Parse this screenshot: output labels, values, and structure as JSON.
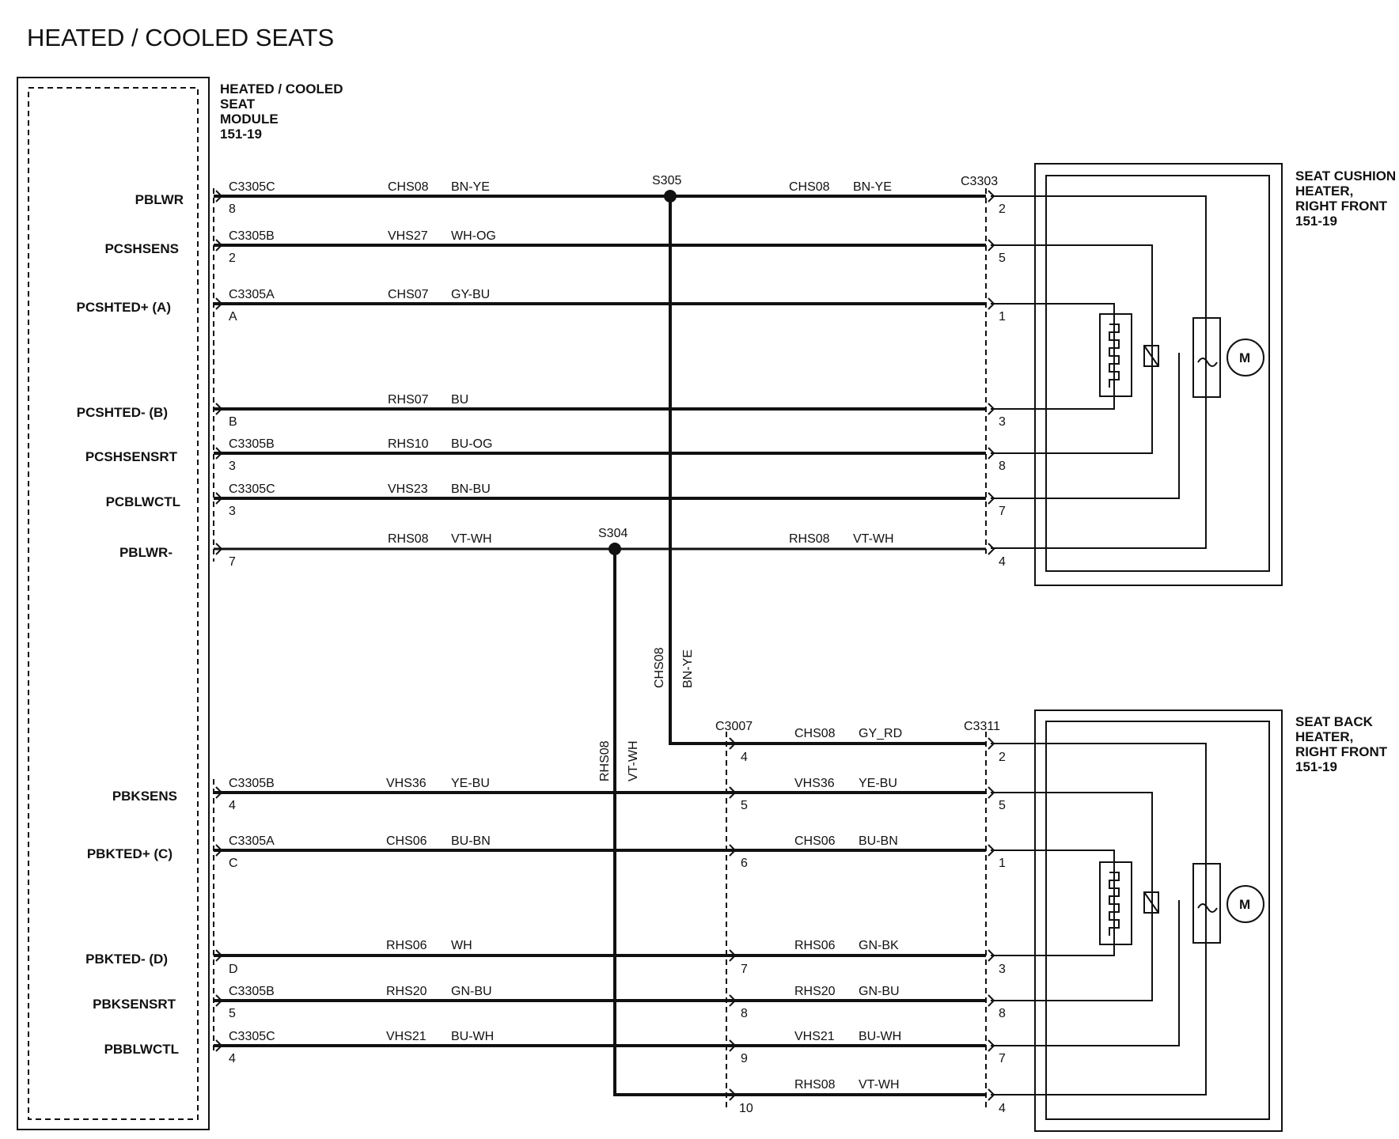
{
  "title": "HEATED / COOLED SEATS",
  "module": {
    "lines": [
      "HEATED / COOLED",
      "SEAT",
      "MODULE",
      "151-19"
    ]
  },
  "cushion_block": {
    "lines": [
      "SEAT CUSHION",
      "HEATER,",
      "RIGHT FRONT",
      "151-19"
    ],
    "connector": "C3303"
  },
  "back_block": {
    "lines": [
      "SEAT BACK",
      "HEATER,",
      "RIGHT FRONT",
      "151-19"
    ],
    "connector": "C3311"
  },
  "inline_connector": "C3007",
  "splices": {
    "s305": "S305",
    "s304": "S304"
  },
  "motor_label": "M",
  "vertical_labels": {
    "s305_circuit": "CHS08",
    "s305_color": "BN-YE",
    "s304_circuit": "RHS08",
    "s304_color": "VT-WH"
  },
  "cushion_rows": [
    {
      "signal": "PBLWR",
      "conn": "C3305C",
      "pin": "8",
      "circuit": "CHS08",
      "color": "BN-YE",
      "circuit2": "CHS08",
      "color2": "BN-YE",
      "dest_pin": "2"
    },
    {
      "signal": "PCSHSENS",
      "conn": "C3305B",
      "pin": "2",
      "circuit": "VHS27",
      "color": "WH-OG",
      "dest_pin": "5"
    },
    {
      "signal": "PCSHTED+ (A)",
      "conn": "C3305A",
      "pin": "A",
      "circuit": "CHS07",
      "color": "GY-BU",
      "dest_pin": "1"
    },
    {
      "signal": "PCSHTED- (B)",
      "conn": "",
      "pin": "B",
      "circuit": "RHS07",
      "color": "BU",
      "dest_pin": "3"
    },
    {
      "signal": "PCSHSENSRT",
      "conn": "C3305B",
      "pin": "3",
      "circuit": "RHS10",
      "color": "BU-OG",
      "dest_pin": "8"
    },
    {
      "signal": "PCBLWCTL",
      "conn": "C3305C",
      "pin": "3",
      "circuit": "VHS23",
      "color": "BN-BU",
      "dest_pin": "7"
    },
    {
      "signal": "PBLWR-",
      "conn": "",
      "pin": "7",
      "circuit": "RHS08",
      "color": "VT-WH",
      "circuit2": "RHS08",
      "color2": "VT-WH",
      "dest_pin": "4"
    }
  ],
  "back_rows": [
    {
      "signal": "",
      "conn": "",
      "pin": "",
      "circuit": "",
      "color": "",
      "mid_pin": "4",
      "circuit2": "CHS08",
      "color2": "GY_RD",
      "dest_pin": "2"
    },
    {
      "signal": "PBKSENS",
      "conn": "C3305B",
      "pin": "4",
      "circuit": "VHS36",
      "color": "YE-BU",
      "mid_pin": "5",
      "circuit2": "VHS36",
      "color2": "YE-BU",
      "dest_pin": "5"
    },
    {
      "signal": "PBKTED+ (C)",
      "conn": "C3305A",
      "pin": "C",
      "circuit": "CHS06",
      "color": "BU-BN",
      "mid_pin": "6",
      "circuit2": "CHS06",
      "color2": "BU-BN",
      "dest_pin": "1"
    },
    {
      "signal": "PBKTED- (D)",
      "conn": "",
      "pin": "D",
      "circuit": "RHS06",
      "color": "WH",
      "mid_pin": "7",
      "circuit2": "RHS06",
      "color2": "GN-BK",
      "dest_pin": "3"
    },
    {
      "signal": "PBKSENSRT",
      "conn": "C3305B",
      "pin": "5",
      "circuit": "RHS20",
      "color": "GN-BU",
      "mid_pin": "8",
      "circuit2": "RHS20",
      "color2": "GN-BU",
      "dest_pin": "8"
    },
    {
      "signal": "PBBLWCTL",
      "conn": "C3305C",
      "pin": "4",
      "circuit": "VHS21",
      "color": "BU-WH",
      "mid_pin": "9",
      "circuit2": "VHS21",
      "color2": "BU-WH",
      "dest_pin": "7"
    },
    {
      "signal": "",
      "conn": "",
      "pin": "",
      "circuit": "",
      "color": "",
      "mid_pin": "10",
      "circuit2": "RHS08",
      "color2": "VT-WH",
      "dest_pin": "4"
    }
  ]
}
